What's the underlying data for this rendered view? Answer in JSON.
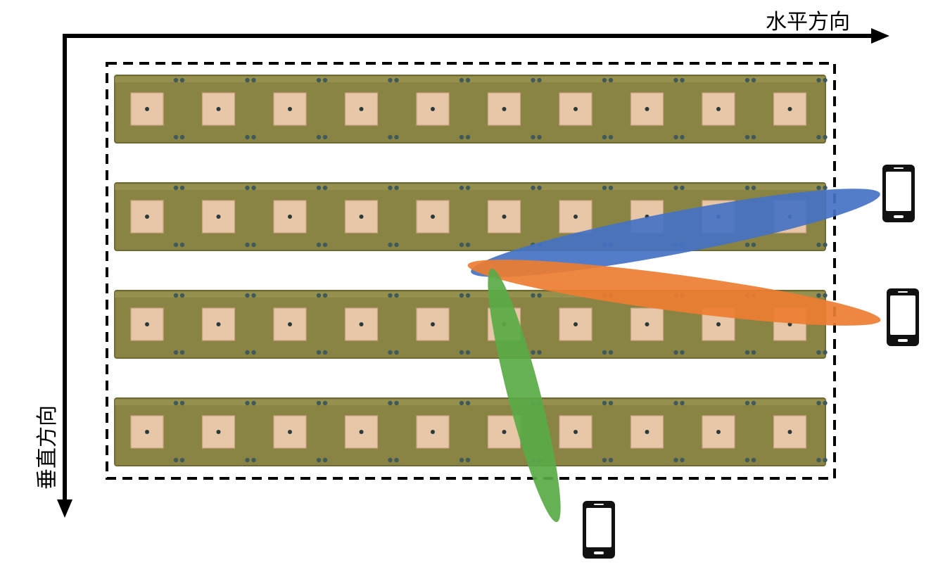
{
  "axes": {
    "horizontal_label": "水平方向",
    "vertical_label": "垂直方向"
  },
  "array": {
    "rows": 4,
    "columns": 10
  },
  "beams": [
    {
      "color": "#4472c4",
      "target": "phone-right-top"
    },
    {
      "color": "#ed7d31",
      "target": "phone-right-bottom"
    },
    {
      "color": "#5aaa46",
      "target": "phone-bottom"
    }
  ],
  "colors": {
    "board": "#8a8444",
    "board_edge": "#6e6a34",
    "patch": "#e8c7a8",
    "patch_edge": "#c9a282",
    "axis": "#000000"
  },
  "icons": [
    "phone-icon",
    "phone-icon",
    "phone-icon"
  ]
}
